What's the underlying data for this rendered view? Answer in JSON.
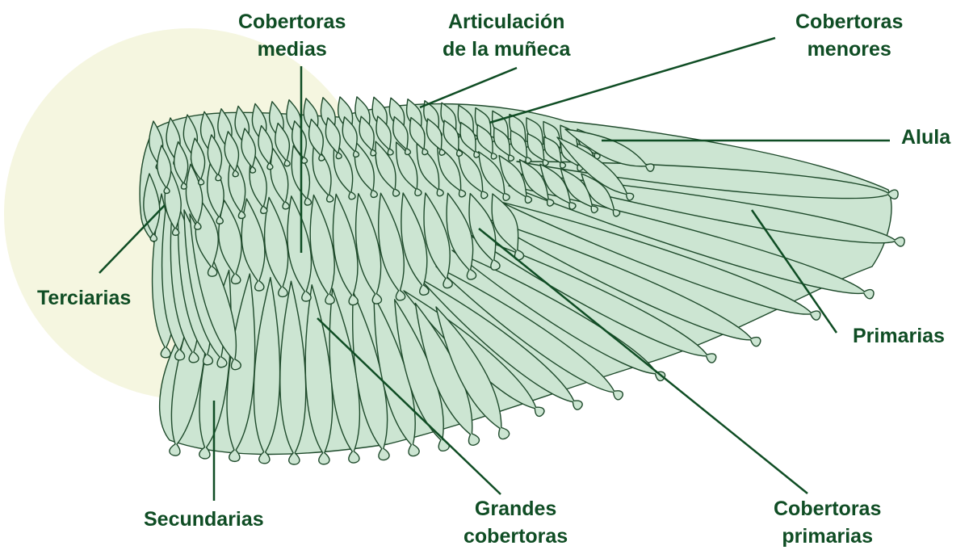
{
  "colors": {
    "background": "#ffffff",
    "circle": "#f5f6e0",
    "feather_fill": "#cce5d2",
    "feather_stroke": "#1e4a2b",
    "leader_line": "#0f4d24",
    "label_text": "#0f4d24"
  },
  "labels": {
    "cobertoras_medias": [
      "Cobertoras",
      "medias"
    ],
    "articulacion": [
      "Articulación",
      "de la muñeca"
    ],
    "cobertoras_menores": [
      "Cobertoras",
      "menores"
    ],
    "alula": [
      "Alula"
    ],
    "terciarias": [
      "Terciarias"
    ],
    "primarias": [
      "Primarias"
    ],
    "secundarias": [
      "Secundarias"
    ],
    "grandes_cobertoras": [
      "Grandes",
      "cobertoras"
    ],
    "cobertoras_primarias": [
      "Cobertoras",
      "primarias"
    ]
  }
}
